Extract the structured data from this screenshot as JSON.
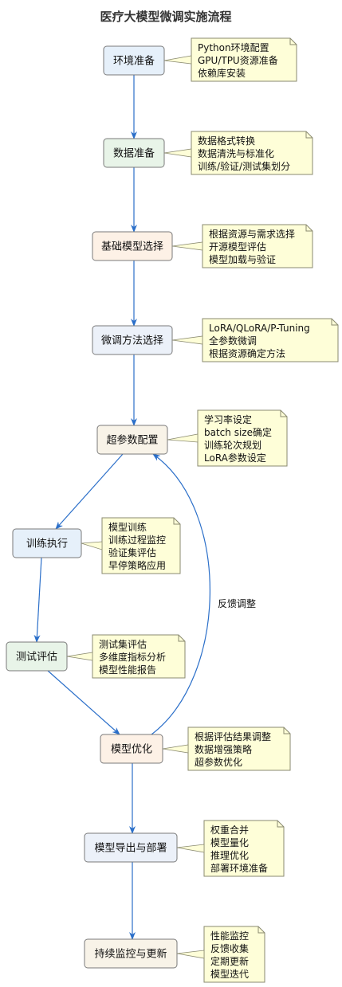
{
  "title": "医疗大模型微调实施流程",
  "nodes": [
    {
      "id": "env",
      "label": "环境准备",
      "fill": "#e6f0fa",
      "notes": [
        "Python环境配置",
        "GPU/TPU资源准备",
        "依赖库安装"
      ]
    },
    {
      "id": "data",
      "label": "数据准备",
      "fill": "#e8f4e8",
      "notes": [
        "数据格式转换",
        "数据清洗与标准化",
        "训练/验证/测试集划分"
      ]
    },
    {
      "id": "base",
      "label": "基础模型选择",
      "fill": "#fdf1e6",
      "notes": [
        "根据资源与需求选择",
        "开源模型评估",
        "模型加载与验证"
      ]
    },
    {
      "id": "method",
      "label": "微调方法选择",
      "fill": "#ecf1f9",
      "notes": [
        "LoRA/QLoRA/P-Tuning",
        "全参数微调",
        "根据资源确定方法"
      ]
    },
    {
      "id": "hyper",
      "label": "超参数配置",
      "fill": "#f8f3e8",
      "notes": [
        "学习率设定",
        "batch size确定",
        "训练轮次规划",
        "LoRA参数设定"
      ]
    },
    {
      "id": "train",
      "label": "训练执行",
      "fill": "#e6f0fa",
      "notes": [
        "模型训练",
        "训练过程监控",
        "验证集评估",
        "早停策略应用"
      ]
    },
    {
      "id": "test",
      "label": "测试评估",
      "fill": "#e8f4e8",
      "notes": [
        "测试集评估",
        "多维度指标分析",
        "模型性能报告"
      ]
    },
    {
      "id": "opt",
      "label": "模型优化",
      "fill": "#fdf1e6",
      "notes": [
        "根据评估结果调整",
        "数据增强策略",
        "超参数优化"
      ]
    },
    {
      "id": "deploy",
      "label": "模型导出与部署",
      "fill": "#ecf1f9",
      "notes": [
        "权重合并",
        "模型量化",
        "推理优化",
        "部署环境准备"
      ]
    },
    {
      "id": "monitor",
      "label": "持续监控与更新",
      "fill": "#f8f3e8",
      "notes": [
        "性能监控",
        "反馈收集",
        "定期更新",
        "模型迭代"
      ]
    }
  ],
  "edges": [
    {
      "from": "env",
      "to": "data"
    },
    {
      "from": "data",
      "to": "base"
    },
    {
      "from": "base",
      "to": "method"
    },
    {
      "from": "method",
      "to": "hyper"
    },
    {
      "from": "hyper",
      "to": "train"
    },
    {
      "from": "train",
      "to": "test"
    },
    {
      "from": "test",
      "to": "opt"
    },
    {
      "from": "opt",
      "to": "deploy"
    },
    {
      "from": "deploy",
      "to": "monitor"
    },
    {
      "from": "opt",
      "to": "hyper",
      "label": "反馈调整"
    }
  ],
  "colors": {
    "edge": "#2b6fc9",
    "node_border": "#7a7a7a",
    "note_fill": "#fefed8",
    "note_border": "#8a8a70"
  }
}
